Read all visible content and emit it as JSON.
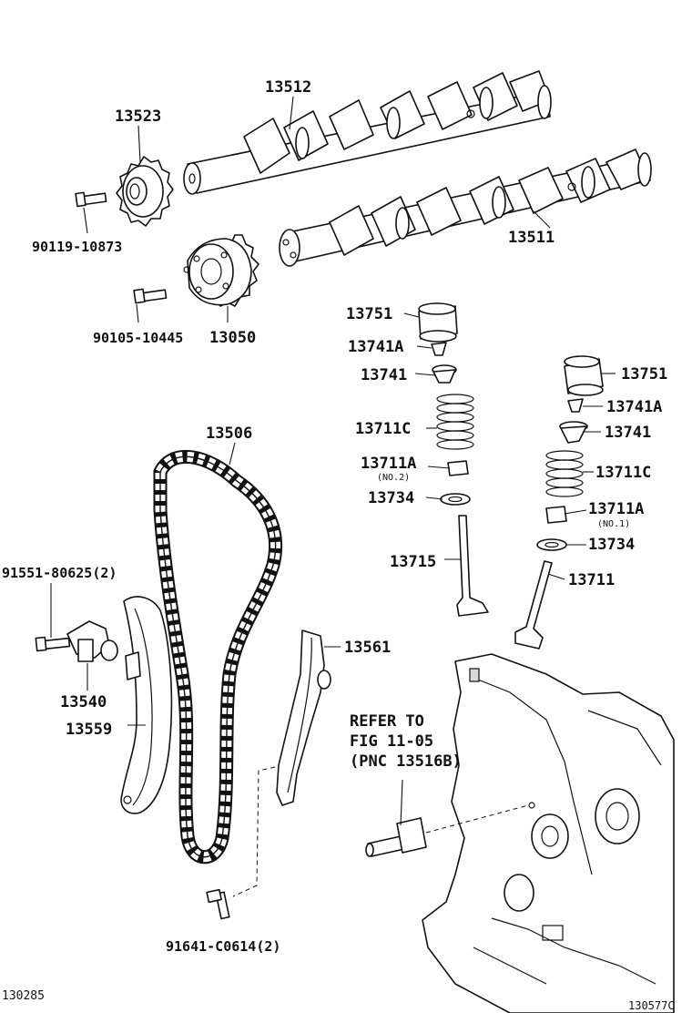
{
  "diagram": {
    "labels": {
      "exhaust_camshaft": "13512",
      "intake_camshaft": "13511",
      "cam_sprocket": "13523",
      "sprocket_bolt": "90119-10873",
      "vvt_gear_bolt": "90105-10445",
      "vvt_gear": "13050",
      "chain": "13506",
      "tensioner_bolt": "91551-80625(2)",
      "tensioner": "13540",
      "slipper": "13559",
      "damper": "13561",
      "damper_bolt": "91641-C0614(2)",
      "lifter_left": "13751",
      "keeper_left": "13741A",
      "retainer_left": "13741",
      "spring_left": "13711C",
      "seal_left": "13711A",
      "seal_left_note": "(NO.2)",
      "seat_left": "13734",
      "valve_left": "13715",
      "lifter_right": "13751",
      "keeper_right": "13741A",
      "retainer_right": "13741",
      "spring_right": "13711C",
      "seal_right": "13711A",
      "seal_right_note": "(NO.1)",
      "seat_right": "13734",
      "valve_right": "13711",
      "refer_line1": "REFER TO",
      "refer_line2": "FIG 11-05",
      "refer_line3": "(PNC 13516B)",
      "footer_left": "130285",
      "footer_right": "130577C"
    }
  }
}
